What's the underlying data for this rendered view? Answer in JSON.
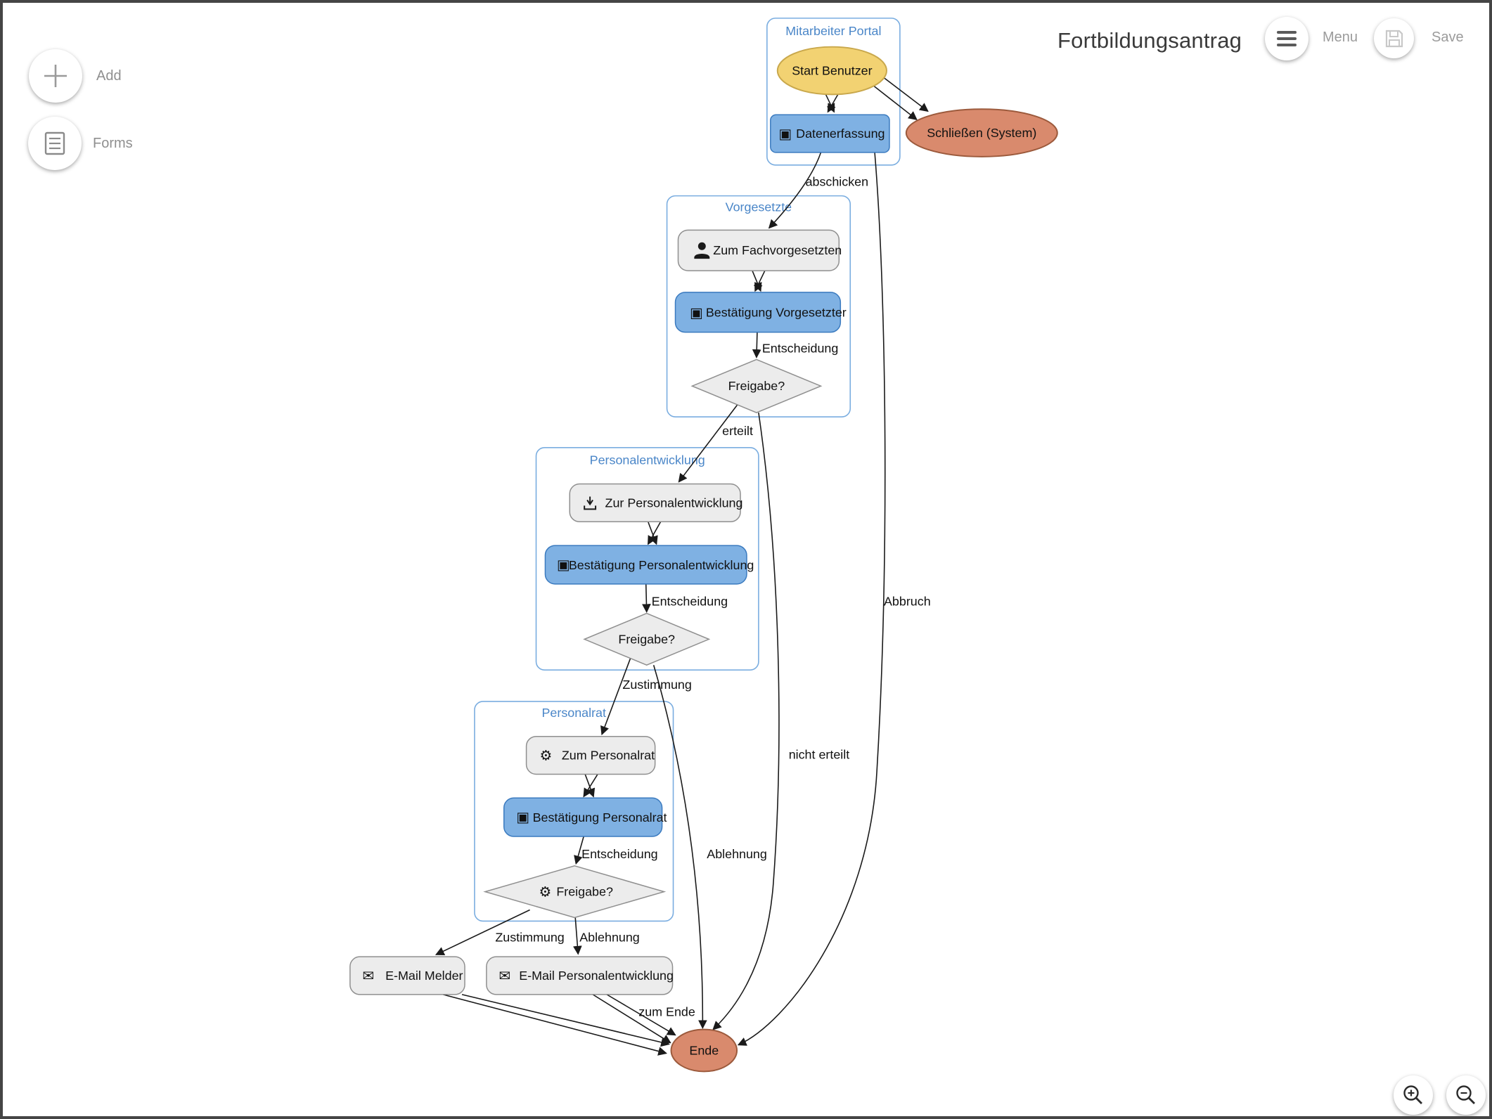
{
  "header": {
    "title": "Fortbildungsantrag",
    "menu_label": "Menu",
    "save_label": "Save"
  },
  "toolbar": {
    "add_label": "Add",
    "forms_label": "Forms"
  },
  "icons": {
    "form": "▣",
    "gear": "⚙",
    "mail": "✉"
  },
  "diagram": {
    "groups": {
      "portal": "Mitarbeiter Portal",
      "vorgesetzte": "Vorgesetzte",
      "personalentwicklung": "Personalentwicklung",
      "personalrat": "Personalrat"
    },
    "nodes": {
      "start_benutzer": "Start Benutzer",
      "datenerfassung": "Datenerfassung",
      "schliessen_system": "Schließen (System)",
      "zum_fachvorgesetzten": "Zum Fachvorgesetzten",
      "bestaetigung_vorgesetzter": "Bestätigung Vorgesetzter",
      "freigabe_vorgesetzter": "Freigabe?",
      "zur_personalentwicklung": "Zur Personalentwicklung",
      "bestaetigung_personalentwicklung": "Bestätigung Personalentwicklung",
      "freigabe_personalentwicklung": "Freigabe?",
      "zum_personalrat": "Zum Personalrat",
      "bestaetigung_personalrat": "Bestätigung Personalrat",
      "freigabe_personalrat": "Freigabe?",
      "email_melder": "E-Mail Melder",
      "email_personalentwicklung": "E-Mail Personalentwicklung",
      "ende": "Ende"
    },
    "edge_labels": {
      "abschicken": "abschicken",
      "abbruch": "Abbruch",
      "entscheidung1": "Entscheidung",
      "erteilt": "erteilt",
      "nicht_erteilt": "nicht erteilt",
      "entscheidung2": "Entscheidung",
      "zustimmung1": "Zustimmung",
      "ablehnung1": "Ablehnung",
      "entscheidung3": "Entscheidung",
      "zustimmung2": "Zustimmung",
      "ablehnung2": "Ablehnung",
      "zum_ende": "zum Ende"
    },
    "colors": {
      "node_blue": "#7fb1e3",
      "node_gray": "#ececec",
      "start_yellow": "#f2d272",
      "end_salmon": "#d98a6d",
      "group_border": "#7aade0",
      "group_label_text": "#4a86c8"
    }
  }
}
